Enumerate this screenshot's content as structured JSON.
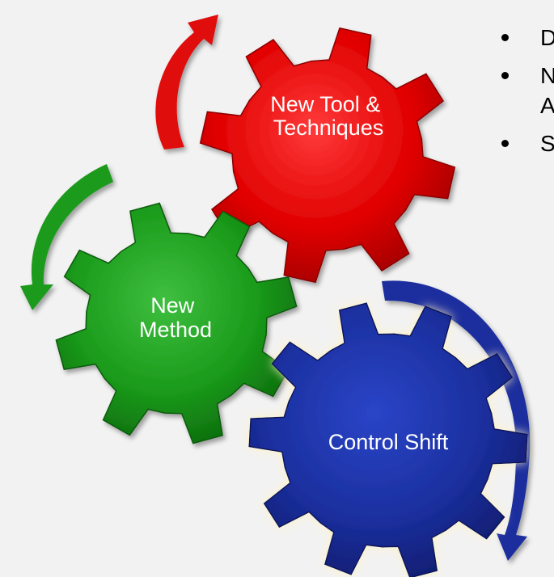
{
  "gears": [
    {
      "id": "red",
      "label_lines": [
        "New Tool &",
        "Techniques"
      ],
      "color": "#e00000"
    },
    {
      "id": "green",
      "label_lines": [
        "New",
        "Method"
      ],
      "color": "#1a9a1a"
    },
    {
      "id": "blue",
      "label_lines": [
        "Control Shift"
      ],
      "color": "#1b2f9e"
    }
  ],
  "arrow_colors": {
    "red": "#e01010",
    "green": "#1a9a1a",
    "blue": "#1b2f9e"
  },
  "bullets": [
    "D",
    "N",
    "A",
    "S"
  ]
}
